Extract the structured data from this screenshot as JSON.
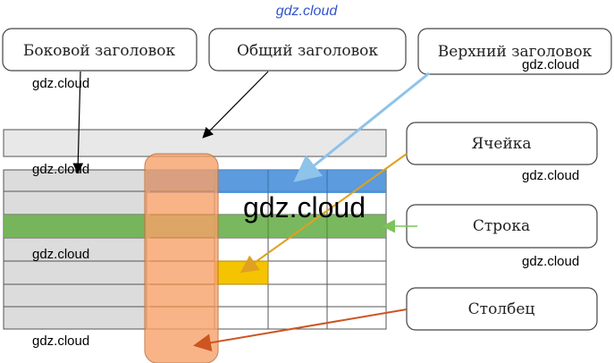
{
  "watermark_top": "gdz.cloud",
  "watermark": "gdz.cloud",
  "watermark_big": "gdz.cloud",
  "labels": {
    "side_header": "Боковой заголовок",
    "common_header": "Общий заголовок",
    "top_header": "Верхний заголовок",
    "cell": "Ячейка",
    "row": "Строка",
    "column": "Столбец"
  },
  "colors": {
    "top_header": "#4a90d9",
    "row": "#6ab04c",
    "column": "#f7a26a",
    "cell": "#f5c400",
    "side_header": "#d8d8d8",
    "arrow_blue": "#8ec3ea",
    "arrow_orange": "#e0a020",
    "arrow_green": "#7cc35a",
    "arrow_red": "#cc5522"
  }
}
